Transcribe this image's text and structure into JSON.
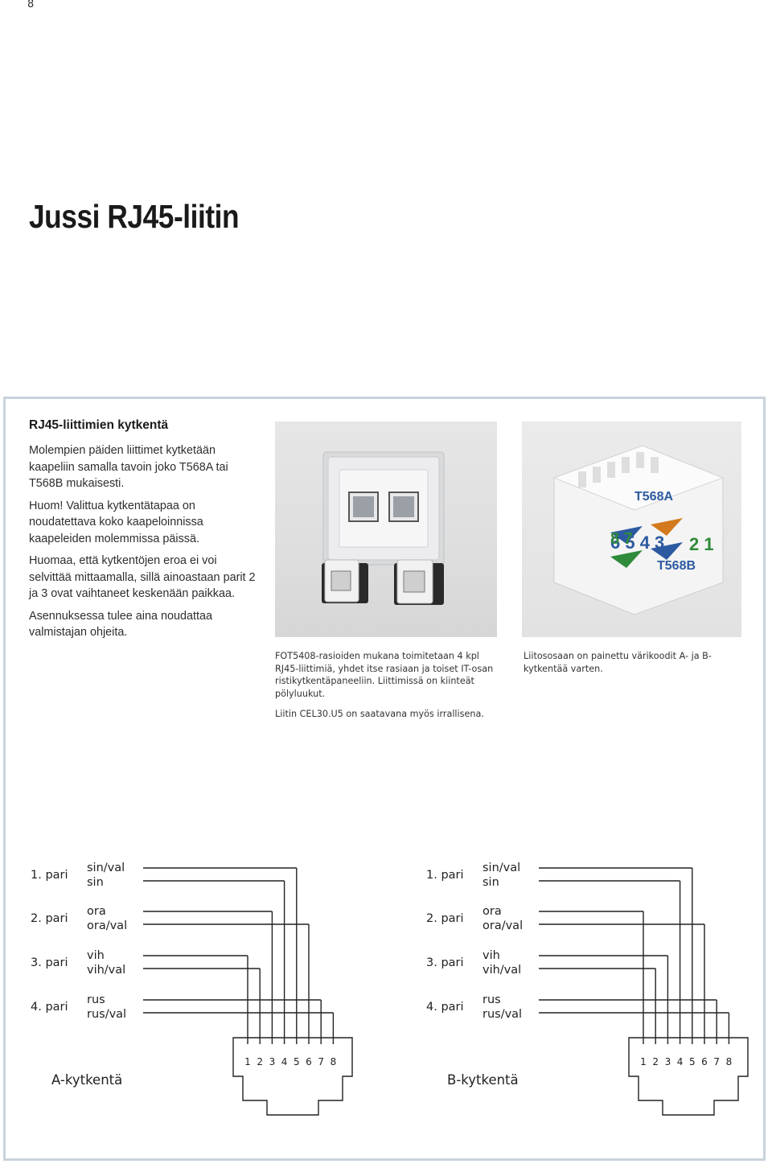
{
  "page_number": "8",
  "title": "Jussi RJ45-liitin",
  "intro": {
    "heading": "RJ45-liittimien kytkentä",
    "paragraphs": [
      "Molempien päiden liittimet kytketään kaapeliin samalla tavoin joko T568A tai T568B mukaisesti.",
      "Huom! Valittua kytkentätapaa on noudatettava koko kaapeloinnissa kaapeleiden molemmissa päissä.",
      "Huomaa, että kytkentöjen eroa ei voi selvittää mittaamalla, sillä ainoastaan parit 2 ja 3 ovat vaihtaneet keskenään paikkaa.",
      "Asennuksessa tulee aina noudattaa valmistajan ohjeita."
    ]
  },
  "photos": {
    "socket_photo": {
      "caption": "FOT5408-rasioiden mukana toimitetaan 4 kpl RJ45-liittimiä, yhdet itse rasiaan ja toiset IT-osan ristikytkentäpaneeliin. Liittimissä on kiinteät pölyluukut.",
      "caption2": "Liitin CEL30.U5 on saatavana myös irrallisena."
    },
    "module_photo": {
      "caption": "Liitososaan on painettu värikoodit A- ja B-kytkentää varten.",
      "labels": {
        "t568a": "T568A",
        "t568b": "T568B",
        "digits_mid": "6 5 4 3",
        "digits_left": "8 7",
        "digits_right": "2 1"
      }
    }
  },
  "wiring": {
    "a": {
      "title": "A-kytkentä",
      "pairs": [
        {
          "label": "1. pari",
          "colors": [
            "sin/val",
            "sin"
          ]
        },
        {
          "label": "2. pari",
          "colors": [
            "ora",
            "ora/val"
          ]
        },
        {
          "label": "3. pari",
          "colors": [
            "vih",
            "vih/val"
          ]
        },
        {
          "label": "4. pari",
          "colors": [
            "rus",
            "rus/val"
          ]
        }
      ],
      "pins": [
        "1",
        "2",
        "3",
        "4",
        "5",
        "6",
        "7",
        "8"
      ]
    },
    "b": {
      "title": "B-kytkentä",
      "pairs": [
        {
          "label": "1. pari",
          "colors": [
            "sin/val",
            "sin"
          ]
        },
        {
          "label": "2. pari",
          "colors": [
            "ora",
            "ora/val"
          ]
        },
        {
          "label": "3. pari",
          "colors": [
            "vih",
            "vih/val"
          ]
        },
        {
          "label": "4. pari",
          "colors": [
            "rus",
            "rus/val"
          ]
        }
      ],
      "pins": [
        "1",
        "2",
        "3",
        "4",
        "5",
        "6",
        "7",
        "8"
      ]
    }
  },
  "colors": {
    "panel_border": "#c8d3dd",
    "label_blue": "#2c5aa0",
    "label_orange": "#d47a1e",
    "label_green": "#2f8a3a"
  }
}
